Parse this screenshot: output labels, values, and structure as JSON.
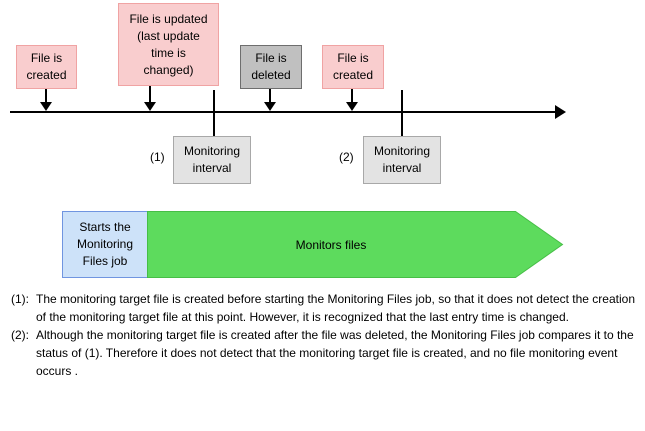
{
  "diagram": {
    "events": [
      {
        "label": "File is\ncreated",
        "style": "pink"
      },
      {
        "label": "File is updated\n(last update\ntime is\nchanged)",
        "style": "pink"
      },
      {
        "label": "File is\ndeleted",
        "style": "gray"
      },
      {
        "label": "File is\ncreated",
        "style": "pink"
      }
    ],
    "intervals": [
      {
        "marker": "(1)",
        "label": "Monitoring\ninterval"
      },
      {
        "marker": "(2)",
        "label": "Monitoring\ninterval"
      }
    ],
    "process": {
      "start_label": "Starts the\nMonitoring\nFiles job",
      "arrow_label": "Monitors files"
    },
    "colors": {
      "pink_fill": "#F9CDCE",
      "pink_border": "#F0A3A3",
      "gray_fill": "#C0C0C0",
      "gray_border": "#6E6E6E",
      "interval_fill": "#E3E3E3",
      "interval_border": "#A8A8A8",
      "blue_fill": "#CDE2F9",
      "blue_border": "#7095E0",
      "green_fill": "#5DDB5D",
      "green_border": "#46BE46",
      "line_color": "#000000"
    }
  },
  "footnotes": [
    {
      "marker": "(1):",
      "text": "The monitoring target file is created before starting the Monitoring Files job, so that it does not detect the creation of the monitoring target file at this point. However, it is recognized that the last entry time is changed."
    },
    {
      "marker": "(2):",
      "text": "Although the monitoring target file is created after the file was deleted, the Monitoring Files job compares it to the status of (1). Therefore it does not detect that the monitoring target file is created, and no file monitoring event occurs ."
    }
  ]
}
